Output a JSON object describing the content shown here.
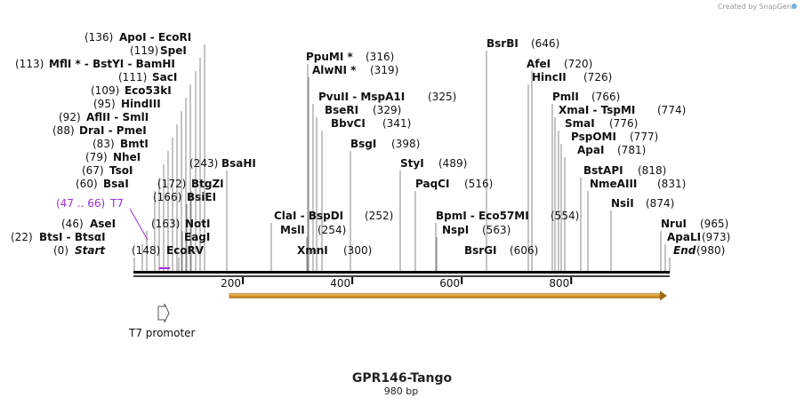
{
  "credit": "Created by SnapGene",
  "title": "GPR146-Tango",
  "length_label": "980 bp",
  "scale_ticks": [
    "200",
    "400",
    "600",
    "800"
  ],
  "feature_label": "T7 promoter",
  "t7_site": {
    "range": "(47 .. 66)",
    "name": "T7",
    "color": "#9b30d9"
  },
  "sites": [
    {
      "pos": "(136)",
      "name": "ApoI - EcoRI"
    },
    {
      "pos": "(119)",
      "name": "SpeI"
    },
    {
      "pos": "(113)",
      "name": "MflI * - BstYI - BamHI"
    },
    {
      "pos": "(111)",
      "name": "SacI"
    },
    {
      "pos": "(109)",
      "name": "Eco53kI"
    },
    {
      "pos": "(95)",
      "name": "HindIII"
    },
    {
      "pos": "(92)",
      "name": "AflII - SmlI"
    },
    {
      "pos": "(88)",
      "name": "DraI - PmeI"
    },
    {
      "pos": "(83)",
      "name": "BmtI"
    },
    {
      "pos": "(79)",
      "name": "NheI"
    },
    {
      "pos": "(67)",
      "name": "TsoI"
    },
    {
      "pos": "(60)",
      "name": "BsaI"
    },
    {
      "pos": "(46)",
      "name": "AseI"
    },
    {
      "pos": "(22)",
      "name": "BtsI - BtsαI"
    },
    {
      "pos": "(0)",
      "name": "Start"
    },
    {
      "pos": "(243)",
      "name": "BsaHI"
    },
    {
      "pos": "(172)",
      "name": "BtgZI"
    },
    {
      "pos": "(166)",
      "name": "BsiEI"
    },
    {
      "pos": "(163)",
      "name": "NotI"
    },
    {
      "pos": "",
      "name": "EagI"
    },
    {
      "pos": "(148)",
      "name": "EcoRV"
    },
    {
      "pos": "(316)",
      "name": "PpuMI *"
    },
    {
      "pos": "(319)",
      "name": "AlwNI *"
    },
    {
      "pos": "(325)",
      "name": "PvuII - MspA1I"
    },
    {
      "pos": "(329)",
      "name": "BseRI"
    },
    {
      "pos": "(341)",
      "name": "BbvCI"
    },
    {
      "pos": "(398)",
      "name": "BsgI"
    },
    {
      "pos": "(489)",
      "name": "StyI"
    },
    {
      "pos": "(516)",
      "name": "PaqCI"
    },
    {
      "pos": "(252)",
      "name": "ClaI - BspDI"
    },
    {
      "pos": "(254)",
      "name": "MslI"
    },
    {
      "pos": "(300)",
      "name": "XmnI"
    },
    {
      "pos": "(554)",
      "name": "BpmI - Eco57MI"
    },
    {
      "pos": "(563)",
      "name": "NspI"
    },
    {
      "pos": "(606)",
      "name": "BsrGI"
    },
    {
      "pos": "(646)",
      "name": "BsrBI"
    },
    {
      "pos": "(720)",
      "name": "AfeI"
    },
    {
      "pos": "(726)",
      "name": "HincII"
    },
    {
      "pos": "(766)",
      "name": "PmlI"
    },
    {
      "pos": "(774)",
      "name": "XmaI - TspMI"
    },
    {
      "pos": "(776)",
      "name": "SmaI"
    },
    {
      "pos": "(777)",
      "name": "PspOMI"
    },
    {
      "pos": "(781)",
      "name": "ApaI"
    },
    {
      "pos": "(818)",
      "name": "BstAPI"
    },
    {
      "pos": "(831)",
      "name": "NmeAIII"
    },
    {
      "pos": "(874)",
      "name": "NsiI"
    },
    {
      "pos": "(965)",
      "name": "NruI"
    },
    {
      "pos": "(973)",
      "name": "ApaLI"
    },
    {
      "pos": "(980)",
      "name": "End"
    }
  ]
}
